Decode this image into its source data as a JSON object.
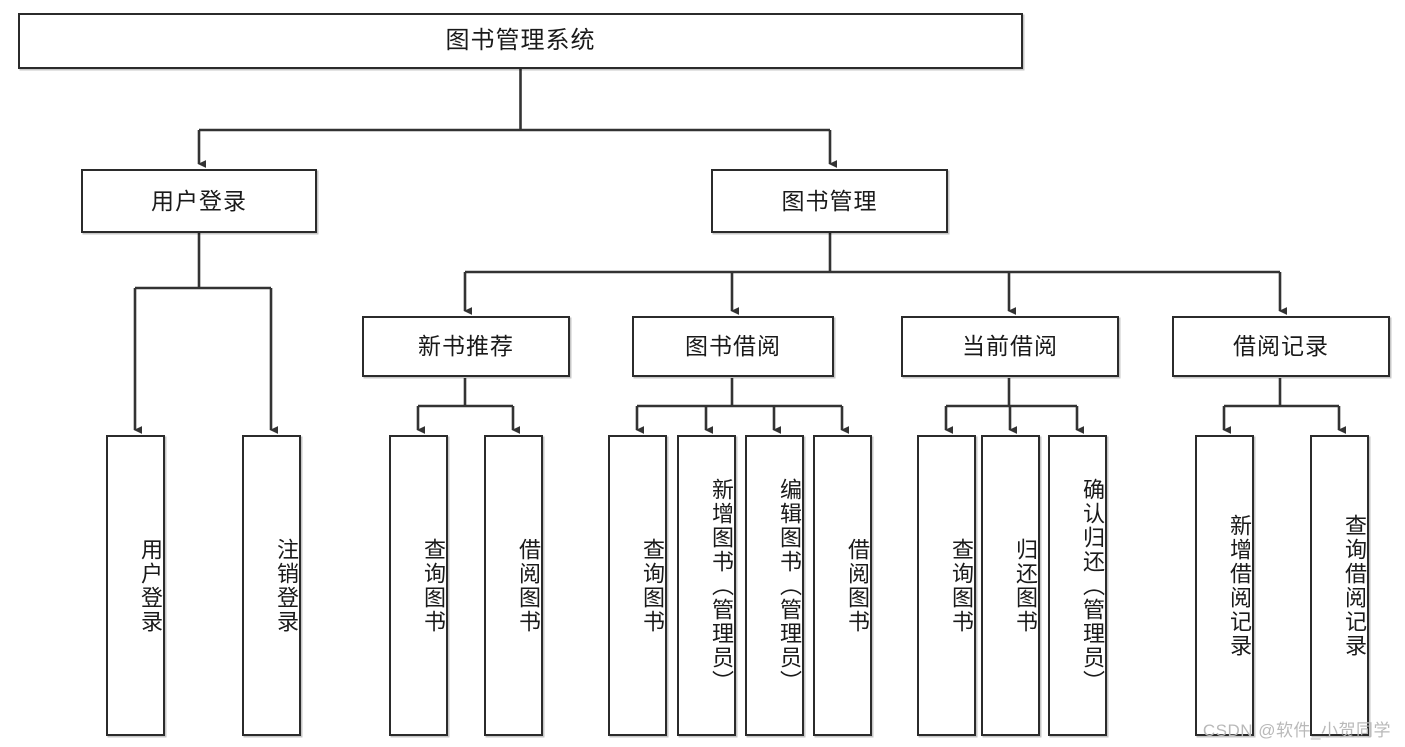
{
  "diagram": {
    "title": "图书管理系统",
    "type": "tree-hierarchy",
    "watermark": "CSDN @软件_小贺同学",
    "colors": {
      "box_border": "#2b2b2b",
      "box_fill": "#ffffff",
      "connector": "#333333",
      "text": "#1a1a1a",
      "watermark": "#b9b9b9",
      "canvas": "#ffffff"
    },
    "root": {
      "label": "图书管理系统"
    },
    "level2": [
      {
        "id": "user-login",
        "label": "用户登录"
      },
      {
        "id": "book-management",
        "label": "图书管理"
      }
    ],
    "level3": [
      {
        "id": "new-book-recommend",
        "label": "新书推荐",
        "parent": "book-management"
      },
      {
        "id": "book-borrow",
        "label": "图书借阅",
        "parent": "book-management"
      },
      {
        "id": "current-borrow",
        "label": "当前借阅",
        "parent": "book-management"
      },
      {
        "id": "borrow-record",
        "label": "借阅记录",
        "parent": "book-management"
      }
    ],
    "leaves": {
      "user_login": [
        {
          "id": "leaf-user-login",
          "label": "用户登录"
        },
        {
          "id": "leaf-logout-login",
          "label": "注销登录"
        }
      ],
      "new_book_recommend": [
        {
          "id": "leaf-query-book-1",
          "label": "查询图书"
        },
        {
          "id": "leaf-borrow-book-1",
          "label": "借阅图书"
        }
      ],
      "book_borrow": [
        {
          "id": "leaf-query-book-2",
          "label": "查询图书"
        },
        {
          "id": "leaf-add-book",
          "label": "新增图书（管理员）"
        },
        {
          "id": "leaf-edit-book",
          "label": "编辑图书（管理员）"
        },
        {
          "id": "leaf-borrow-book-2",
          "label": "借阅图书"
        }
      ],
      "current_borrow": [
        {
          "id": "leaf-query-book-3",
          "label": "查询图书"
        },
        {
          "id": "leaf-return-book",
          "label": "归还图书"
        },
        {
          "id": "leaf-confirm-return",
          "label": "确认归还（管理员）"
        }
      ],
      "borrow_record": [
        {
          "id": "leaf-add-record",
          "label": "新增借阅记录"
        },
        {
          "id": "leaf-query-record",
          "label": "查询借阅记录"
        }
      ]
    }
  }
}
